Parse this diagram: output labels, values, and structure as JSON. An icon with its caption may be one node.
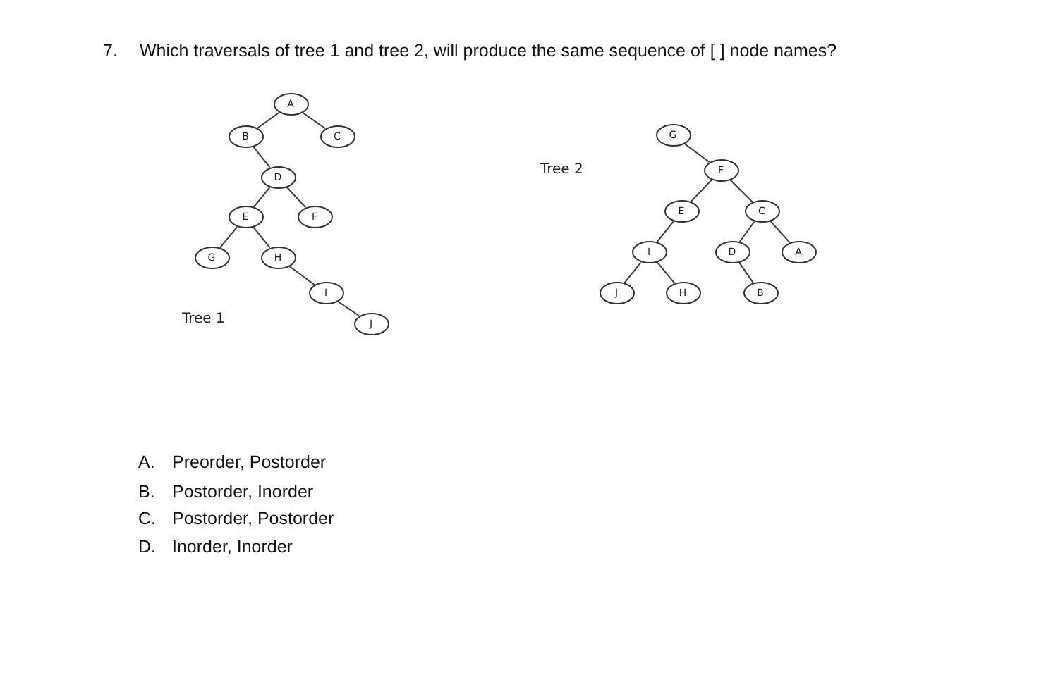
{
  "diagram": {
    "title": "Which traversals of tree 1 and tree 2, will produce the same sequence of [ ] node names?",
    "nodes": [
      {
        "text": [
          "A"
        ]
      },
      {
        "text": [
          "B"
        ]
      },
      {
        "text": [
          "C"
        ]
      },
      {
        "text": [
          "D"
        ]
      },
      {
        "text": [
          "E"
        ]
      },
      {
        "text": [
          "F"
        ]
      },
      {
        "text": [
          "G"
        ]
      },
      {
        "text": [
          "H"
        ]
      },
      {
        "text": [
          "I"
        ]
      },
      {
        "text": [
          "J"
        ]
      },
      {
        "text": [
          "G"
        ]
      },
      {
        "text": [
          "F"
        ]
      },
      {
        "text": [
          "E"
        ]
      },
      {
        "text": [
          "C"
        ]
      },
      {
        "text": [
          "I"
        ]
      },
      {
        "text": [
          "D"
        ]
      },
      {
        "text": [
          "A"
        ]
      },
      {
        "text": [
          "J"
        ]
      },
      {
        "text": [
          "H"
        ]
      },
      {
        "text": [
          "B"
        ]
      }
    ],
    "edges": [
      {
        "from": 0,
        "to": 1,
        "arrow": "none"
      },
      {
        "from": 0,
        "to": 2,
        "arrow": "none"
      },
      {
        "from": 1,
        "to": 3,
        "arrow": "none"
      },
      {
        "from": 3,
        "to": 4,
        "arrow": "none"
      },
      {
        "from": 3,
        "to": 5,
        "arrow": "none"
      },
      {
        "from": 4,
        "to": 6,
        "arrow": "none"
      },
      {
        "from": 4,
        "to": 7,
        "arrow": "none"
      },
      {
        "from": 7,
        "to": 8,
        "arrow": "none"
      },
      {
        "from": 8,
        "to": 9,
        "arrow": "none"
      },
      {
        "from": 10,
        "to": 11,
        "arrow": "none"
      },
      {
        "from": 11,
        "to": 12,
        "arrow": "none"
      },
      {
        "from": 11,
        "to": 13,
        "arrow": "none"
      },
      {
        "from": 12,
        "to": 14,
        "arrow": "none"
      },
      {
        "from": 13,
        "to": 15,
        "arrow": "none"
      },
      {
        "from": 13,
        "to": 16,
        "arrow": "none"
      },
      {
        "from": 14,
        "to": 17,
        "arrow": "none"
      },
      {
        "from": 14,
        "to": 18,
        "arrow": "none"
      },
      {
        "from": 15,
        "to": 19,
        "arrow": "none"
      }
    ],
    "labels": [
      "7.",
      "Tree 1",
      "Tree 2",
      "A.",
      "Preorder, Postorder",
      "B.",
      "Postorder, Inorder",
      "C.",
      "Postorder, Postorder",
      "D.",
      "Inorder, Inorder"
    ]
  }
}
